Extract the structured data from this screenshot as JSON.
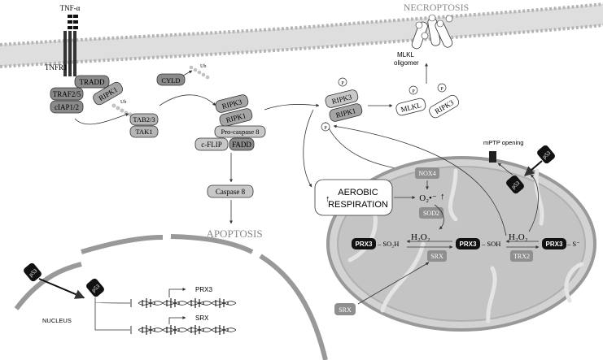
{
  "labels": {
    "tnf": "TNF-α",
    "tnfr1": "TNFR1",
    "necroptosis": "NECROPTOSIS",
    "mlkl_oligomer_1": "MLKL",
    "mlkl_oligomer_2": "oligomer",
    "apoptosis": "APOPTOSIS",
    "nucleus": "NUCLEUS",
    "mptp": "mPTP opening",
    "ub": "Ub",
    "p": "P",
    "aerobic_1": "AEROBIC",
    "aerobic_2": "RESPIRATION",
    "h2o2": "H₂O₂",
    "superoxide": "O₂•⁻",
    "so2h": "– SO₂H",
    "soh": "– SOH",
    "s_minus": "– S⁻"
  },
  "proteins": {
    "tradd": "TRADD",
    "traf": "TRAF2/5",
    "ciap": "cIAP1/2",
    "ripk1": "RIPK1",
    "ripk3": "RIPK3",
    "cyld": "CYLD",
    "tab": "TAB2/3",
    "tak": "TAK1",
    "procasp": "Pro-caspase 8",
    "cflip": "c-FLIP",
    "fadd": "FADD",
    "casp8": "Caspase 8",
    "mlkl": "MLKL",
    "nox4": "NOX4",
    "sod2": "SOD2",
    "prx3": "PRX3",
    "srx": "SRX",
    "trx2": "TRX2",
    "p53": "p53"
  },
  "genes": {
    "prx3": "PRX3",
    "srx": "SRX"
  }
}
